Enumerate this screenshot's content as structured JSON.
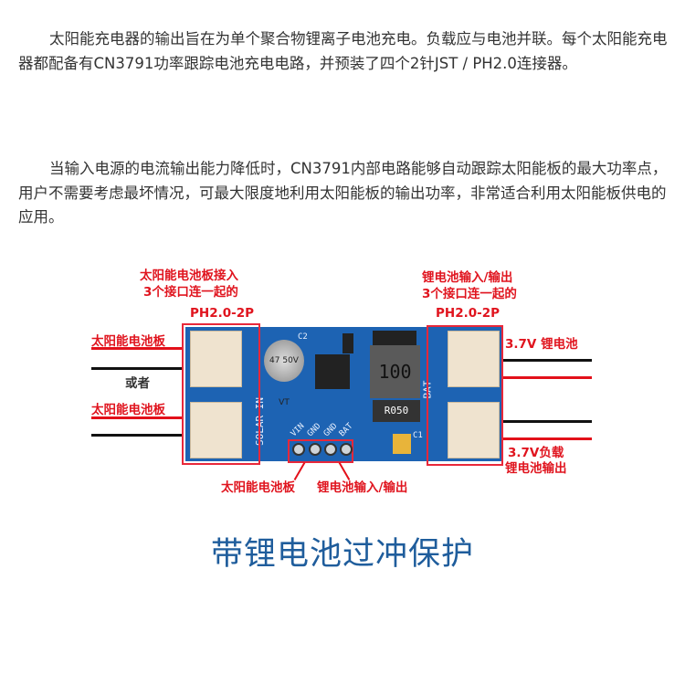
{
  "paragraphs": [
    "太阳能充电器的输出旨在为单个聚合物锂离子电池充电。负载应与电池并联。每个太阳能充电器都配备有CN3791功率跟踪电池充电电路，并预装了四个2针JST / PH2.0连接器。",
    "当输入电源的电流输出能力降低时，CN3791内部电路能够自动跟踪太阳能板的最大功率点，用户不需要考虑最坏情况，可最大限度地利用太阳能板的输出功率，非常适合利用太阳能板供电的应用。"
  ],
  "diagram": {
    "left_top_label_1": "太阳能电池板接入",
    "left_top_label_2": "3个接口连一起的",
    "right_top_label_1": "锂电池输入/输出",
    "right_top_label_2": "3个接口连一起的",
    "left_connector": "PH2.0-2P",
    "right_connector": "PH2.0-2P",
    "solar_panel_1": "太阳能电池板",
    "or": "或者",
    "solar_panel_2": "太阳能电池板",
    "battery": "3.7V 锂电池",
    "load_1": "3.7V负载",
    "load_2": "锂电池输出",
    "bottom_solar": "太阳能电池板",
    "bottom_battery": "锂电池输入/输出",
    "board": {
      "solar_in": "SOLAR IN",
      "bat": "BAT",
      "cap": "47 50V VT",
      "inductor": "100",
      "resistor": "R050",
      "pins": [
        "VIN",
        "GND",
        "GND",
        "BAT"
      ],
      "c2": "C2",
      "c1": "C1"
    }
  },
  "title": "带锂电池过冲保护"
}
